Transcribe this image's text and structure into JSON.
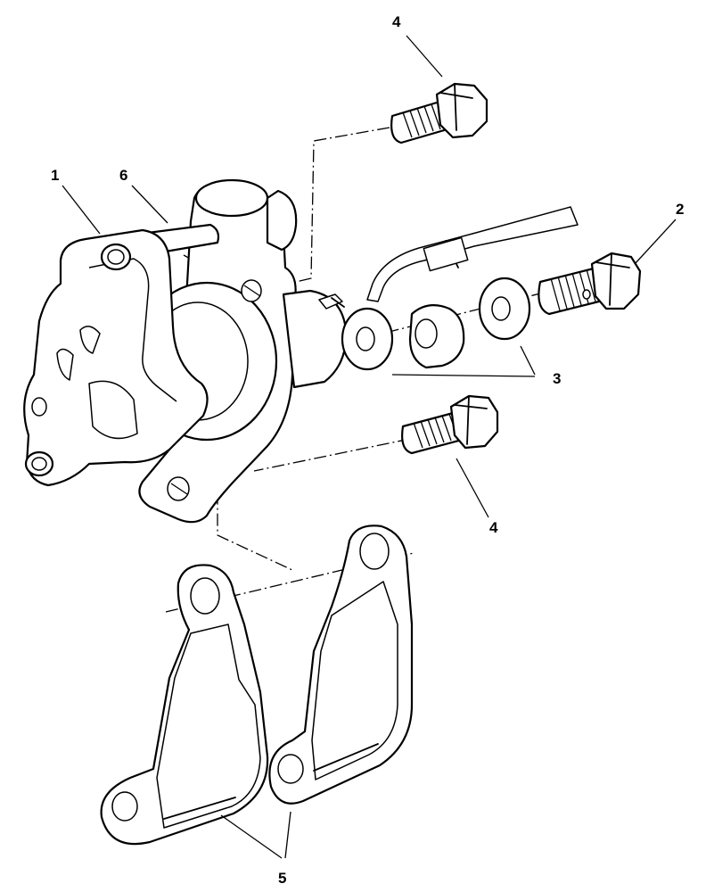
{
  "callouts": [
    {
      "id": "1",
      "label": "1"
    },
    {
      "id": "2",
      "label": "2"
    },
    {
      "id": "3",
      "label": "3"
    },
    {
      "id": "4-top",
      "label": "4"
    },
    {
      "id": "4-bottom",
      "label": "4"
    },
    {
      "id": "5",
      "label": "5"
    },
    {
      "id": "6",
      "label": "6"
    }
  ],
  "colors": {
    "ink": "#000000",
    "paper": "#ffffff"
  }
}
